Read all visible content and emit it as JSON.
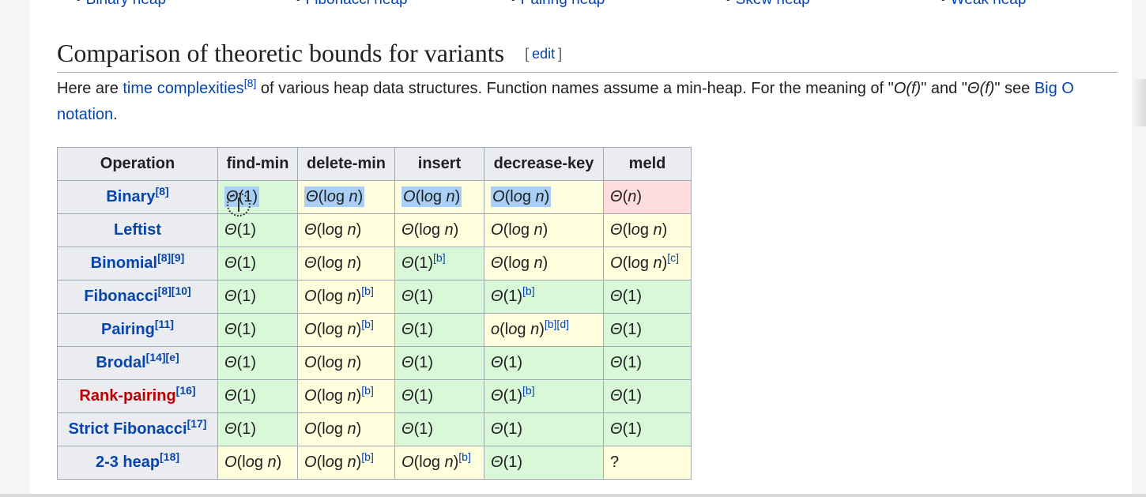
{
  "top_list": [
    "Binary heap",
    "Fibonacci heap",
    "Pairing heap",
    "Skew heap",
    "Weak heap"
  ],
  "heading": {
    "title": "Comparison of theoretic bounds for variants",
    "edit_label": "edit",
    "bracket_open": "[",
    "bracket_close": "]"
  },
  "intro": {
    "text1": "Here are ",
    "link1": "time complexities",
    "ref1": "[8]",
    "text2": " of various heap data structures. Function names assume a min-heap. For the meaning of \"",
    "o_f": "O",
    "paren_f": "(f)",
    "text3": "\" and \"",
    "theta_f": "Θ",
    "paren_f2": "(f)",
    "text4": "\" see ",
    "link2": "Big O notation",
    "text5": "."
  },
  "table": {
    "headers": [
      "Operation",
      "find-min",
      "delete-min",
      "insert",
      "decrease-key",
      "meld"
    ],
    "rows": [
      {
        "name": "Binary",
        "refs": "[8]",
        "red": false,
        "cells": [
          {
            "v": "Θ(1)",
            "c": "g",
            "sel": true
          },
          {
            "v": "Θ(log n)",
            "c": "y",
            "sel": true
          },
          {
            "v": "O(log n)",
            "c": "y",
            "sel": true
          },
          {
            "v": "O(log n)",
            "c": "y",
            "sel": true
          },
          {
            "v": "Θ(n)",
            "c": "r"
          }
        ]
      },
      {
        "name": "Leftist",
        "refs": "",
        "red": false,
        "cells": [
          {
            "v": "Θ(1)",
            "c": "g"
          },
          {
            "v": "Θ(log n)",
            "c": "y"
          },
          {
            "v": "Θ(log n)",
            "c": "y"
          },
          {
            "v": "O(log n)",
            "c": "y"
          },
          {
            "v": "Θ(log n)",
            "c": "y"
          }
        ]
      },
      {
        "name": "Binomial",
        "refs": "[8][9]",
        "red": false,
        "cells": [
          {
            "v": "Θ(1)",
            "c": "g"
          },
          {
            "v": "Θ(log n)",
            "c": "y"
          },
          {
            "v": "Θ(1)",
            "c": "g",
            "sup": "[b]"
          },
          {
            "v": "Θ(log n)",
            "c": "y"
          },
          {
            "v": "O(log n)",
            "c": "y",
            "sup": "[c]"
          }
        ]
      },
      {
        "name": "Fibonacci",
        "refs": "[8][10]",
        "red": false,
        "cells": [
          {
            "v": "Θ(1)",
            "c": "g"
          },
          {
            "v": "O(log n)",
            "c": "y",
            "sup": "[b]"
          },
          {
            "v": "Θ(1)",
            "c": "g"
          },
          {
            "v": "Θ(1)",
            "c": "g",
            "sup": "[b]"
          },
          {
            "v": "Θ(1)",
            "c": "g"
          }
        ]
      },
      {
        "name": "Pairing",
        "refs": "[11]",
        "red": false,
        "cells": [
          {
            "v": "Θ(1)",
            "c": "g"
          },
          {
            "v": "O(log n)",
            "c": "y",
            "sup": "[b]"
          },
          {
            "v": "Θ(1)",
            "c": "g"
          },
          {
            "v": "o(log n)",
            "c": "y",
            "sup": "[b][d]"
          },
          {
            "v": "Θ(1)",
            "c": "g"
          }
        ]
      },
      {
        "name": "Brodal",
        "refs": "[14][e]",
        "red": false,
        "cells": [
          {
            "v": "Θ(1)",
            "c": "g"
          },
          {
            "v": "O(log n)",
            "c": "y"
          },
          {
            "v": "Θ(1)",
            "c": "g"
          },
          {
            "v": "Θ(1)",
            "c": "g"
          },
          {
            "v": "Θ(1)",
            "c": "g"
          }
        ]
      },
      {
        "name": "Rank-pairing",
        "refs": "[16]",
        "red": true,
        "cells": [
          {
            "v": "Θ(1)",
            "c": "g"
          },
          {
            "v": "O(log n)",
            "c": "y",
            "sup": "[b]"
          },
          {
            "v": "Θ(1)",
            "c": "g"
          },
          {
            "v": "Θ(1)",
            "c": "g",
            "sup": "[b]"
          },
          {
            "v": "Θ(1)",
            "c": "g"
          }
        ]
      },
      {
        "name": "Strict Fibonacci",
        "refs": "[17]",
        "red": false,
        "cells": [
          {
            "v": "Θ(1)",
            "c": "g"
          },
          {
            "v": "O(log n)",
            "c": "y"
          },
          {
            "v": "Θ(1)",
            "c": "g"
          },
          {
            "v": "Θ(1)",
            "c": "g"
          },
          {
            "v": "Θ(1)",
            "c": "g"
          }
        ]
      },
      {
        "name": "2-3 heap",
        "refs": "[18]",
        "red": false,
        "cells": [
          {
            "v": "O(log n)",
            "c": "y"
          },
          {
            "v": "O(log n)",
            "c": "y",
            "sup": "[b]"
          },
          {
            "v": "O(log n)",
            "c": "y",
            "sup": "[b]"
          },
          {
            "v": "Θ(1)",
            "c": "g"
          },
          {
            "v": "?",
            "c": "y"
          }
        ]
      }
    ]
  },
  "colors": {
    "link": "#0645ad",
    "redlink": "#ba0000",
    "good": "#d8f8d8",
    "ok": "#ffffdd",
    "bad": "#ffdddd",
    "selection": "#a9cff5"
  }
}
